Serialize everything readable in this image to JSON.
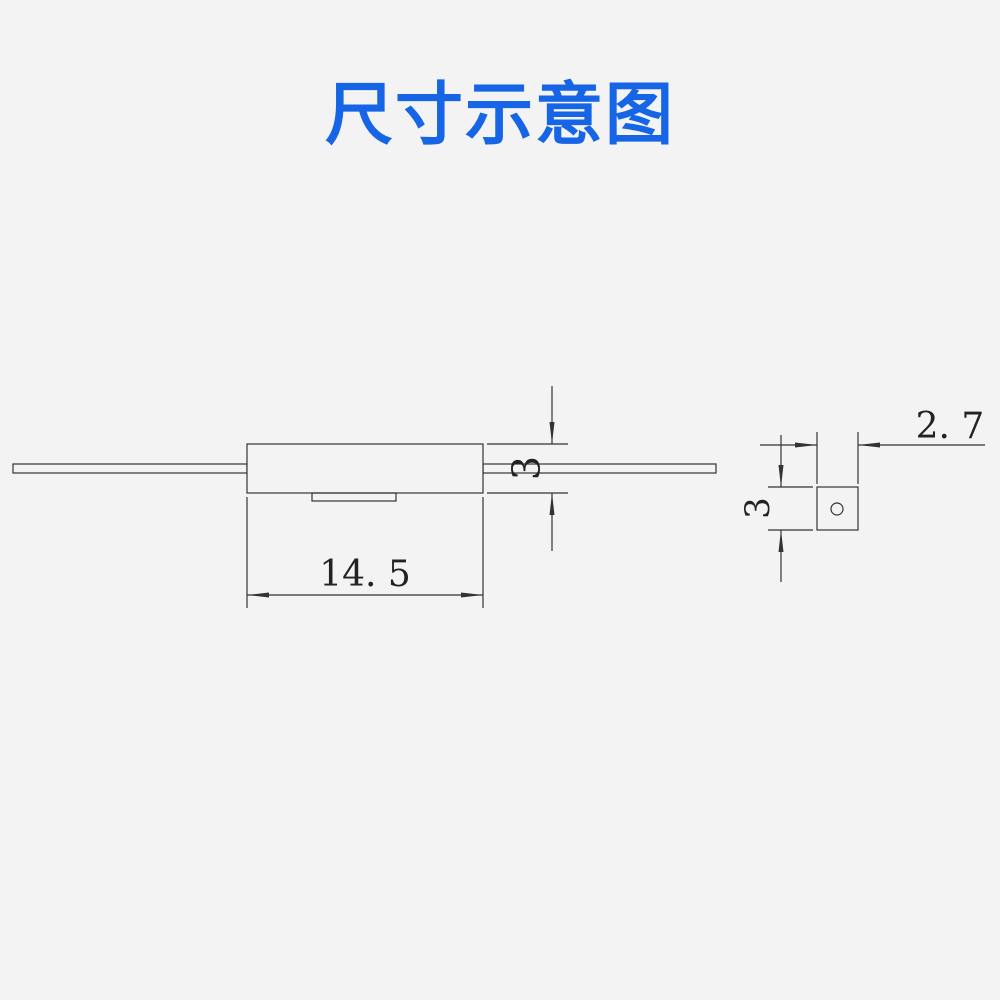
{
  "title": "尺寸示意图",
  "colors": {
    "title": "#1565e6",
    "line": "#333333",
    "background": "#f3f3f3"
  },
  "dimensions": {
    "body_length": "14. 5",
    "body_height": "3",
    "end_height": "3",
    "end_width": "2. 7"
  }
}
